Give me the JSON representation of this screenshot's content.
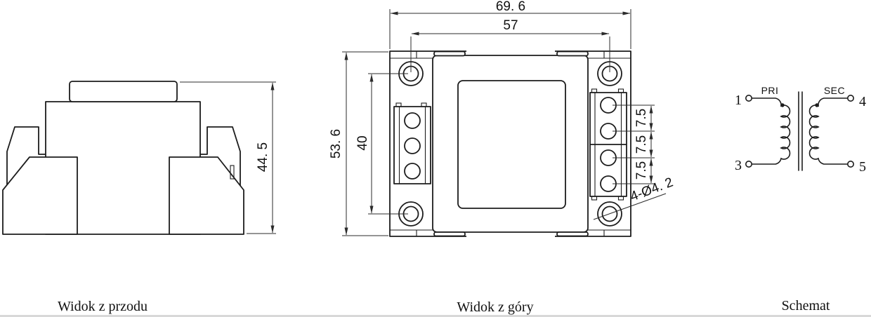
{
  "captions": {
    "front_view": "Widok z przodu",
    "top_view": "Widok z góry",
    "schematic": "Schemat"
  },
  "dimensions": {
    "overall_width": "69. 6",
    "mounting_hole_spacing_h": "57",
    "overall_depth": "53. 6",
    "mounting_hole_spacing_v": "40",
    "overall_height": "44. 5",
    "terminal_pitches": [
      "7.5",
      "7.5",
      "7.5"
    ],
    "mounting_hole_callout": "4-Ø4. 2"
  },
  "schematic": {
    "primary_label": "PRI",
    "secondary_label": "SEC",
    "terminals": {
      "t1": "1",
      "t3": "3",
      "t4": "4",
      "t5": "5"
    }
  },
  "colors": {
    "line": "#1c1c1c",
    "dim_line": "#2b2b2b",
    "text": "#111111",
    "background": "#ffffff",
    "bottom_strip": "#d8d8d8"
  }
}
